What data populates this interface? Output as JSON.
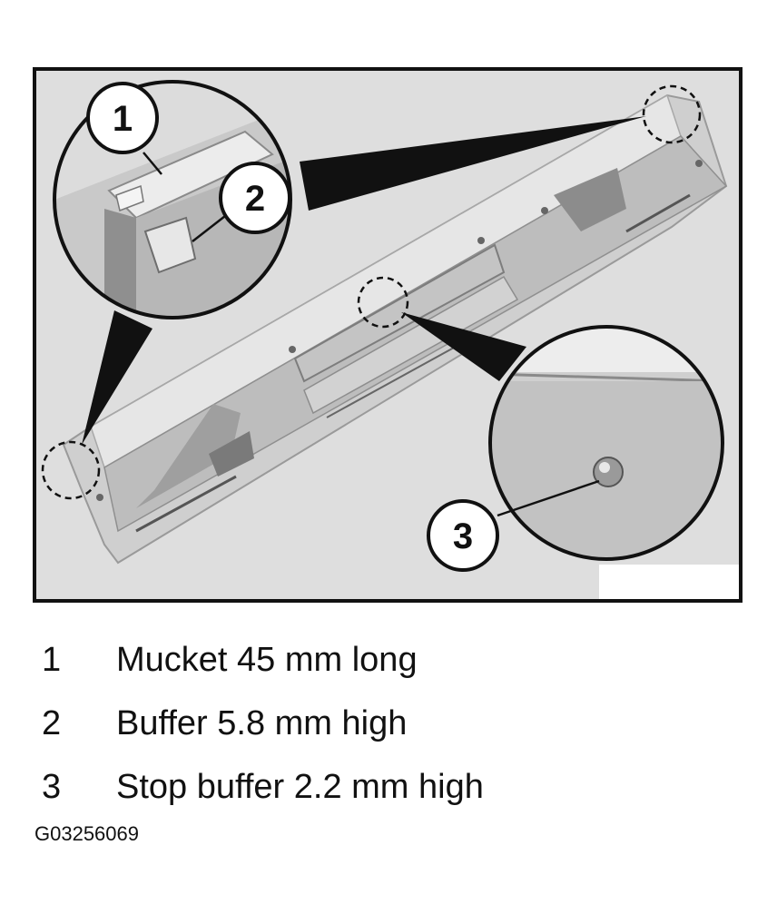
{
  "callouts": [
    {
      "number": "1"
    },
    {
      "number": "2"
    },
    {
      "number": "3"
    }
  ],
  "legend": [
    {
      "number": "1",
      "text": "Mucket 45 mm long"
    },
    {
      "number": "2",
      "text": "Buffer 5.8 mm high"
    },
    {
      "number": "3",
      "text": "Stop buffer 2.2 mm high"
    }
  ],
  "figure_id": "G03256069",
  "colors": {
    "background": "#dedede",
    "frame": "#111111",
    "part_light": "#cfcfcf",
    "part_mid": "#a9a9a9",
    "part_dark": "#7a7a7a"
  }
}
